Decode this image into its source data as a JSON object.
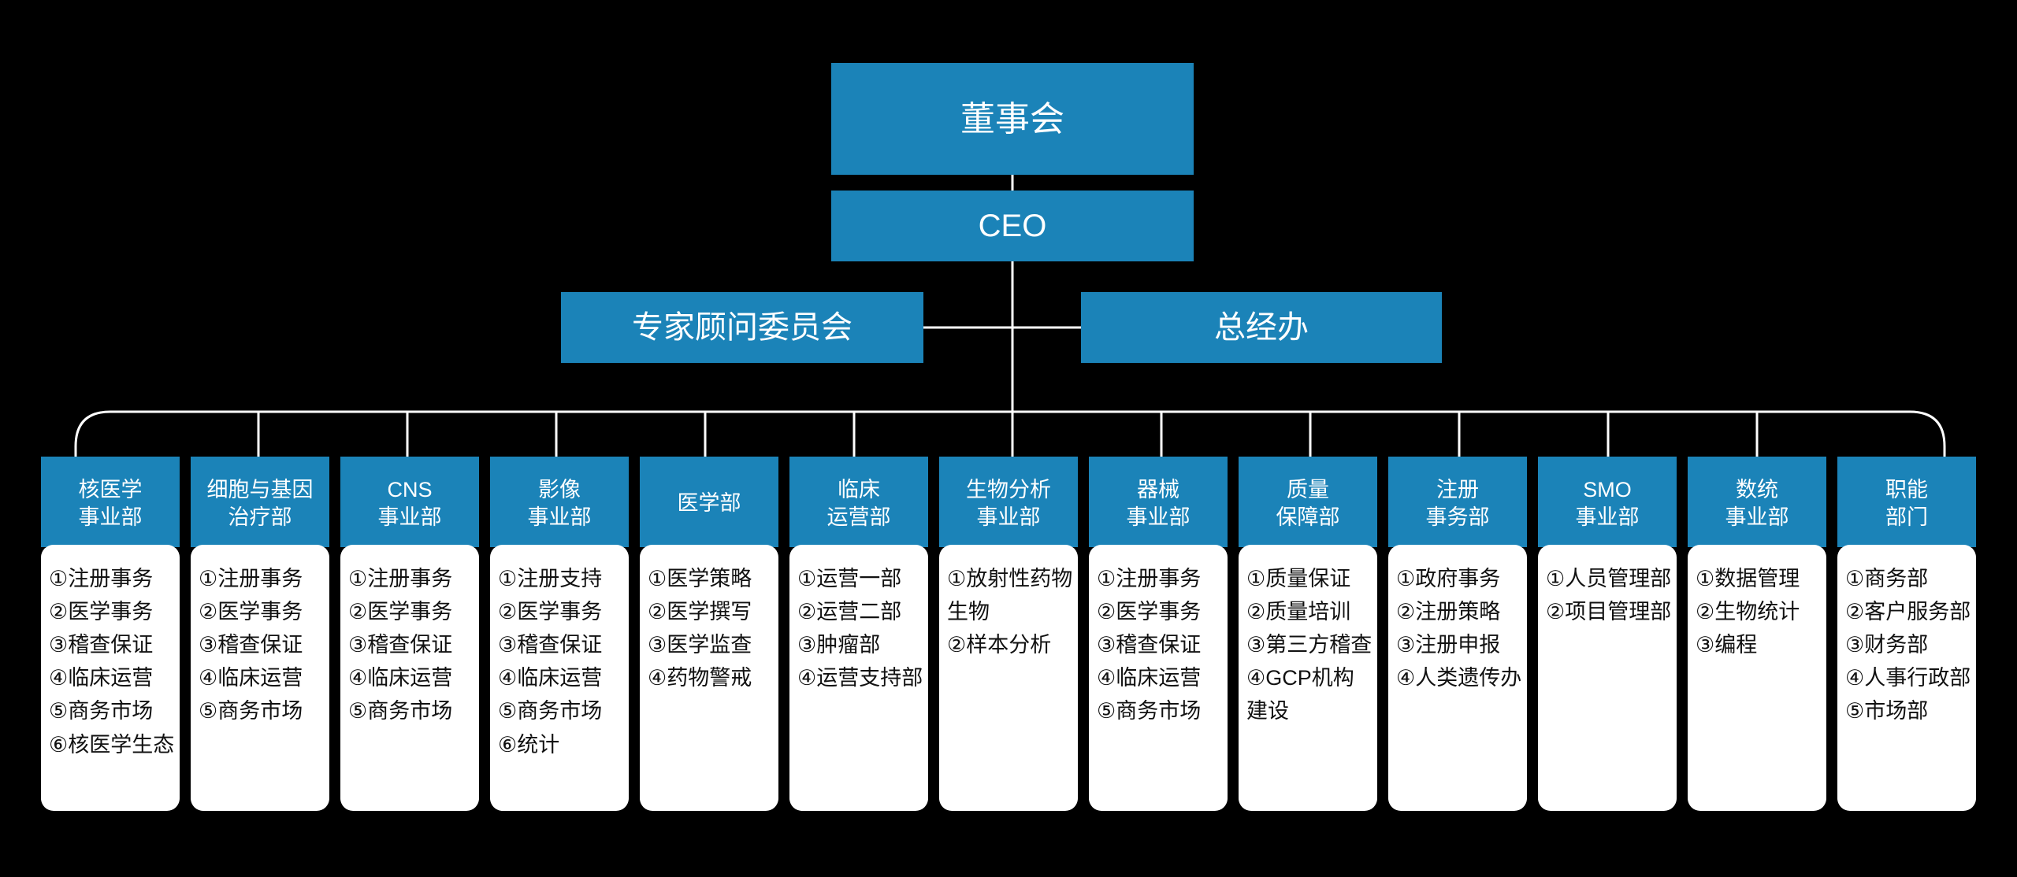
{
  "colors": {
    "background": "#000000",
    "brand_blue": "#1B83B8",
    "card_white": "#FFFFFF",
    "connector": "#FFFFFF",
    "text_on_blue": "#FFFFFF",
    "text_on_white": "#111111"
  },
  "chart_data": {
    "type": "diagram",
    "title": "组织架构图",
    "levels": [
      {
        "level": 1,
        "nodes": [
          "董事会"
        ]
      },
      {
        "level": 2,
        "nodes": [
          "CEO"
        ]
      },
      {
        "level": 3,
        "nodes": [
          "专家顾问委员会",
          "总经办"
        ]
      },
      {
        "level": 4,
        "nodes": [
          "核医学事业部",
          "细胞与基因治疗部",
          "CNS事业部",
          "影像事业部",
          "医学部",
          "临床运营部",
          "生物分析事业部",
          "器械事业部",
          "质量保障部",
          "注册事务部",
          "SMO事业部",
          "数统事业部",
          "职能部门"
        ]
      }
    ]
  },
  "top": {
    "board": "董事会",
    "ceo": "CEO",
    "advisory": "专家顾问委员会",
    "general_office": "总经办"
  },
  "departments": [
    {
      "title": "核医学\n事业部",
      "items": [
        "①注册事务",
        "②医学事务",
        "③稽查保证",
        "④临床运营",
        "⑤商务市场",
        "⑥核医学生态"
      ]
    },
    {
      "title": "细胞与基因\n治疗部",
      "items": [
        "①注册事务",
        "②医学事务",
        "③稽查保证",
        "④临床运营",
        "⑤商务市场"
      ]
    },
    {
      "title": "CNS\n事业部",
      "items": [
        "①注册事务",
        "②医学事务",
        "③稽查保证",
        "④临床运营",
        "⑤商务市场"
      ]
    },
    {
      "title": "影像\n事业部",
      "items": [
        "①注册支持",
        "②医学事务",
        "③稽查保证",
        "④临床运营",
        "⑤商务市场",
        "⑥统计"
      ]
    },
    {
      "title": "医学部",
      "items": [
        "①医学策略",
        "②医学撰写",
        "③医学监查",
        "④药物警戒"
      ]
    },
    {
      "title": "临床\n运营部",
      "items": [
        "①运营一部",
        "②运营二部",
        "③肿瘤部",
        "④运营支持部"
      ]
    },
    {
      "title": "生物分析\n事业部",
      "items": [
        "①放射性药物\n  生物",
        "②样本分析"
      ]
    },
    {
      "title": "器械\n事业部",
      "items": [
        "①注册事务",
        "②医学事务",
        "③稽查保证",
        "④临床运营",
        "⑤商务市场"
      ]
    },
    {
      "title": "质量\n保障部",
      "items": [
        "①质量保证",
        "②质量培训",
        "③第三方稽查",
        "④GCP机构\n  建设"
      ]
    },
    {
      "title": "注册\n事务部",
      "items": [
        "①政府事务",
        "②注册策略",
        "③注册申报",
        "④人类遗传办"
      ]
    },
    {
      "title": "SMO\n事业部",
      "items": [
        "①人员管理部",
        "②项目管理部"
      ]
    },
    {
      "title": "数统\n事业部",
      "items": [
        "①数据管理",
        "②生物统计",
        "③编程"
      ]
    },
    {
      "title": "职能\n部门",
      "items": [
        "①商务部",
        "②客户服务部",
        "③财务部",
        "④人事行政部",
        "⑤市场部"
      ]
    }
  ]
}
